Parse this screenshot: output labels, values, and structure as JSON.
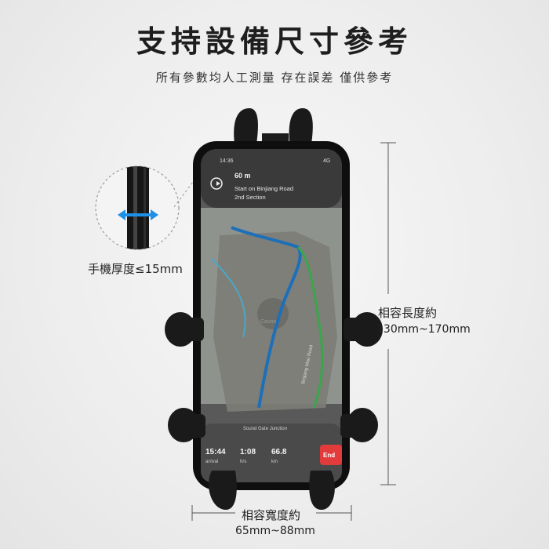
{
  "title": "支持設備尺寸參考",
  "subtitle": "所有參數均人工測量 存在誤差 僅供參考",
  "thickness": {
    "label": "手機厚度≤15mm"
  },
  "length": {
    "label": "相容長度約",
    "value": "130mm~170mm"
  },
  "width": {
    "label": "相容寬度約",
    "value": "65mm~88mm"
  },
  "phone_screen": {
    "time": "14:36",
    "status": "4G",
    "distance": "60 m",
    "direction_line1": "Start on Binjiang Road",
    "direction_line2": "2nd Section",
    "road_label": "Binjiang Mao Road",
    "watermark": "Cavoo",
    "place_label": "Sound Gate Junction",
    "arrival_time": "15:44",
    "arrival_label": "arrival",
    "duration": "1:08",
    "duration_label": "hrs",
    "distance_total": "66.8",
    "distance_unit": "km",
    "end_button": "End"
  },
  "colors": {
    "accent_arrow": "#1e90e6",
    "route_blue": "#1d6fb8",
    "route_green": "#3aa64b",
    "end_red": "#e23b3b"
  }
}
